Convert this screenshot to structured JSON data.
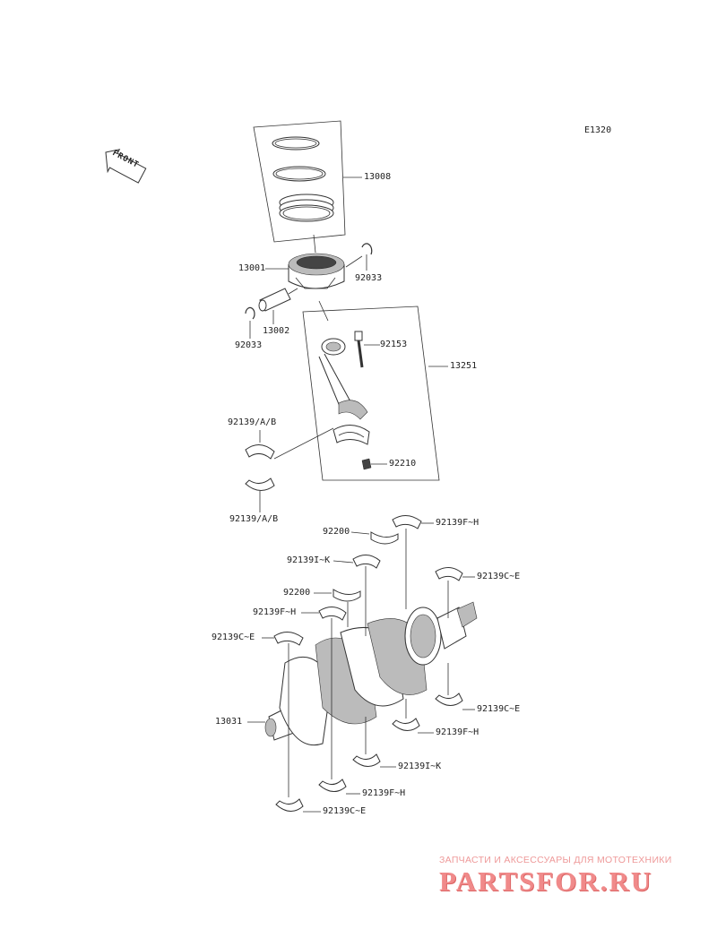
{
  "diagram": {
    "diagram_code": "E1320",
    "front_label": "FRONT",
    "labels": {
      "piston_rings": "13008",
      "piston": "13001",
      "circlip_right": "92033",
      "piston_pin": "13002",
      "circlip_left": "92033",
      "conrod_bolt": "92153",
      "conrod_assembly": "13251",
      "conrod_bearing_upper": "92139/A/B",
      "conrod_nut": "92210",
      "conrod_bearing_lower": "92139/A/B",
      "thrust_washer_upper": "92200",
      "main_bearing_fh_top": "92139F~H",
      "main_bearing_ik_upper": "92139I~K",
      "main_bearing_ce_right_upper": "92139C~E",
      "thrust_washer_lower": "92200",
      "main_bearing_fh_left": "92139F~H",
      "main_bearing_ce_left": "92139C~E",
      "crankshaft": "13031",
      "main_bearing_ce_right_lower": "92139C~E",
      "main_bearing_fh_right_lower": "92139F~H",
      "main_bearing_ik_lower": "92139I~K",
      "main_bearing_fh_bottom": "92139F~H",
      "main_bearing_ce_bottom": "92139C~E"
    }
  },
  "watermark": {
    "tagline": "ЗАПЧАСТИ И АКСЕССУАРЫ ДЛЯ МОТОТЕХНИКИ",
    "brand": "PARTSFOR.RU"
  }
}
